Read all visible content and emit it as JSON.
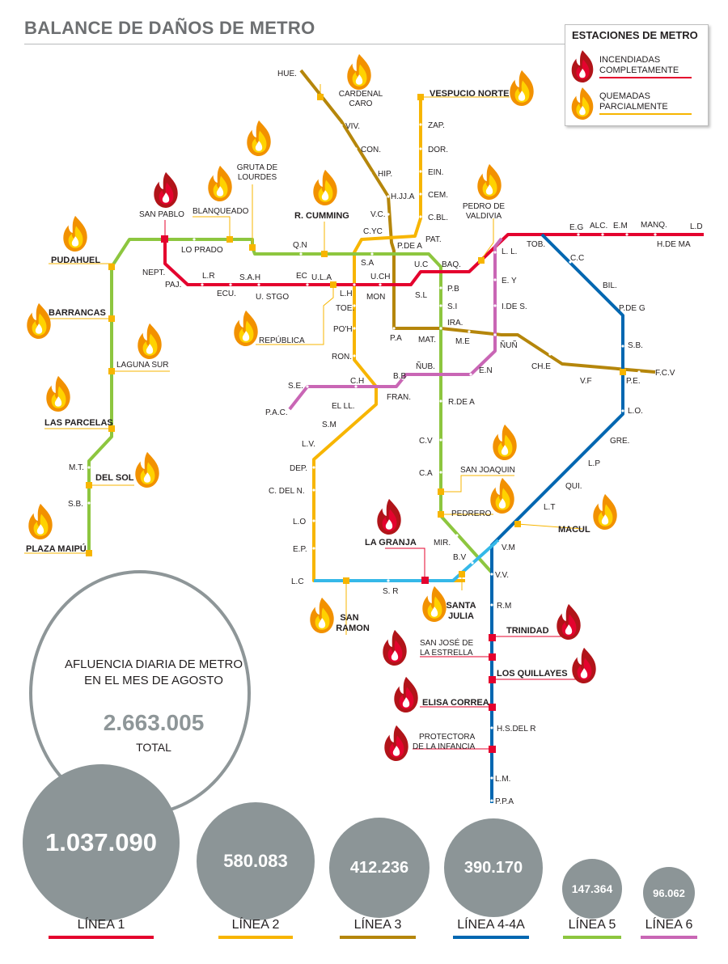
{
  "title": "BALANCE DE DAÑOS DE METRO",
  "legend": {
    "title": "ESTACIONES DE METRO",
    "burned_full_l1": "INCENDIADAS",
    "burned_full_l2": "COMPLETAMENTE",
    "burned_partial_l1": "QUEMADAS",
    "burned_partial_l2": "PARCIALMENTE",
    "colors": {
      "full": "#e4032e",
      "partial": "#f7b500"
    }
  },
  "line_colors": {
    "l1": "#e4032e",
    "l2": "#f7b500",
    "l3": "#b5860b",
    "l4": "#0067b1",
    "l4a": "#35b8e8",
    "l5": "#8dc63f",
    "l6": "#c966b5"
  },
  "stations": {
    "hue": "HUE.",
    "cardenal_1": "CARDENAL",
    "cardenal_2": "CARO",
    "viv": "VIV.",
    "con": "CON.",
    "hip": "HIP.",
    "hjja": "H.JJ.A",
    "vc": "V.C.",
    "cyc": "C.YC",
    "pdea": "P.DE A",
    "vespucio": "VESPUCIO NORTE",
    "zap": "ZAP.",
    "dor": "DOR.",
    "ein": "EIN.",
    "cem": "CEM.",
    "cbl": "C.BL.",
    "pat": "PAT.",
    "gruta_1": "GRUTA DE",
    "gruta_2": "LOURDES",
    "blanqueado": "BLANQUEADO",
    "rcumming": "R. CUMMING",
    "san_pablo": "SAN PABLO",
    "lo_prado": "LO PRADO",
    "qn": "Q.N",
    "sa": "S.A",
    "uc": "U.C",
    "baq": "BAQ.",
    "pudahuel": "PUDAHUEL",
    "nept": "NEPT.",
    "paj": "PAJ.",
    "lr": "L.R",
    "ecu": "ECU.",
    "sah": "S.A.H",
    "ec": "EC",
    "ula": "U.L.A",
    "ustgo": "U. STGO",
    "lh": "L.H",
    "mon": "MON",
    "uch": "U.CH",
    "sl": "S.L",
    "pedro_1": "PEDRO DE",
    "pedro_2": "VALDIVIA",
    "ll": "L. L.",
    "tob": "TOB.",
    "eg": "E.G",
    "alc": "ALC.",
    "em": "E.M",
    "manq": "MANQ.",
    "ld": "L.D",
    "hdema": "H.DE MA",
    "cc": "C.C",
    "bil": "BIL.",
    "pdeg": "P.DE G",
    "barrancas": "BARRANCAS",
    "toe": "TOE.",
    "republica": "REPÚBLICA",
    "poh": "PO'H",
    "pa": "P.A",
    "mat": "MAT.",
    "pb": "P.B",
    "si": "S.I",
    "ira": "IRA.",
    "me": "M.E",
    "ey": "E. Y",
    "ides": "I.DE S.",
    "nunoa": "ÑUÑ",
    "laguna": "LAGUNA SUR",
    "ron": "RON.",
    "nub": "ÑUB.",
    "che": "CH.E",
    "sb_l4": "S.B.",
    "ch": "C.H",
    "bb": "B.B",
    "en": "E.N",
    "vf": "V.F",
    "pe": "P.E.",
    "fcv": "F.C.V",
    "se": "S.E.",
    "elll": "EL LL.",
    "fran": "FRAN.",
    "rdea": "R.DE A",
    "pac": "P.A.C.",
    "las_parcelas": "LAS PARCELAS",
    "sm": "S.M",
    "lo": "L.O.",
    "lv": "L.V.",
    "cv": "C.V",
    "gre": "GRE.",
    "mt": "M.T.",
    "del_sol": "DEL SOL",
    "dep": "DEP.",
    "ca": "C.A",
    "san_joaquin": "SAN JOAQUIN",
    "lp": "L.P",
    "cdeln": "C. DEL N.",
    "qui": "QUI.",
    "sb_l5": "S.B.",
    "lo_l2": "L.O",
    "pedrero": "PEDRERO",
    "lt": "L.T",
    "macul": "MACUL",
    "plaza_maipu": "PLAZA MAIPÚ",
    "ep": "E.P.",
    "la_granja": "LA GRANJA",
    "mir": "MIR.",
    "vm": "V.M",
    "bv": "B.V",
    "lc": "L.C",
    "vv": "V.V.",
    "sr": "S. R",
    "santa_1": "SANTA",
    "santa_2": "JULIA",
    "san_ramon_1": "SAN",
    "san_ramon_2": "RAMON",
    "rm": "R.M",
    "trinidad": "TRINIDAD",
    "sje_1": "SAN JOSÉ DE",
    "sje_2": "LA ESTRELLA",
    "quillayes": "LOS QUILLAYES",
    "elisa": "ELISA CORREA",
    "hsdelr": "H.S.DEL R",
    "prot_1": "PROTECTORA",
    "prot_2": "DE LA INFANCIA",
    "lm": "L.M.",
    "ppa": "P.P.A"
  },
  "ridership": {
    "heading_l1": "AFLUENCIA DIARIA DE METRO",
    "heading_l2": "EN EL MES DE AGOSTO",
    "total": "2.663.005",
    "total_label": "TOTAL",
    "lines": [
      {
        "name": "LÍNEA 1",
        "value": "1.037.090",
        "color": "#e4032e"
      },
      {
        "name": "LÍNEA 2",
        "value": "580.083",
        "color": "#f7b500"
      },
      {
        "name": "LÍNEA 3",
        "value": "412.236",
        "color": "#b5860b"
      },
      {
        "name": "LÍNEA 4-4A",
        "value": "390.170",
        "color": "#0067b1"
      },
      {
        "name": "LÍNEA 5",
        "value": "147.364",
        "color": "#8dc63f"
      },
      {
        "name": "LÍNEA 6",
        "value": "96.062",
        "color": "#c966b5"
      }
    ]
  }
}
